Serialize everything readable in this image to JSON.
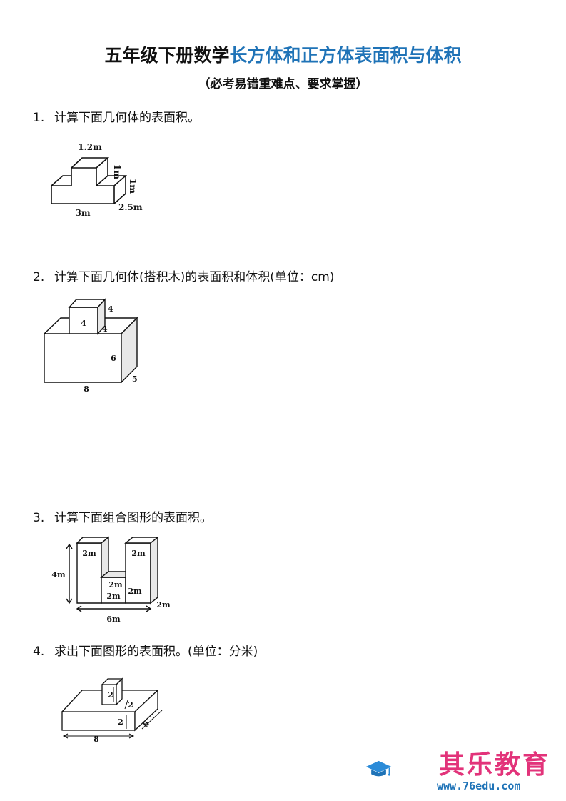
{
  "header": {
    "title_black": "五年级下册数学",
    "title_blue": "长方体和正方体表面积与体积",
    "subtitle": "（必考易错重难点、要求掌握）"
  },
  "questions": [
    {
      "number": "1.",
      "text": "计算下面几何体的表面积。",
      "labels": {
        "top_width": "1.2m",
        "top_height": "1m",
        "base_height": "1m",
        "length": "3m",
        "depth": "2.5m"
      }
    },
    {
      "number": "2.",
      "text": "计算下面几何体(搭积木)的表面积和体积(单位：cm)",
      "labels": {
        "cube_side": "4",
        "cube_right": "4",
        "cube_depth": "4",
        "height": "6",
        "length": "8",
        "depth": "5"
      }
    },
    {
      "number": "3.",
      "text": "计算下面组合图形的表面积。",
      "labels": {
        "left_col": "2m",
        "right_col": "2m",
        "mid_top": "2m",
        "mid_front": "2m",
        "mid_right": "2m",
        "total_height": "4m",
        "length": "6m",
        "depth": "2m"
      }
    },
    {
      "number": "4.",
      "text": "求出下面图形的表面积。(单位：分米)",
      "labels": {
        "cube_height": "2",
        "cube_depth": "2",
        "base_height": "2",
        "length": "8",
        "depth": "6"
      }
    }
  ],
  "brand": {
    "name": "其乐教育",
    "url": "www.76edu.com"
  },
  "colors": {
    "title_blue": "#1f73b7",
    "brand_pink": "#e2337a",
    "brand_blue": "#1f73b7"
  }
}
